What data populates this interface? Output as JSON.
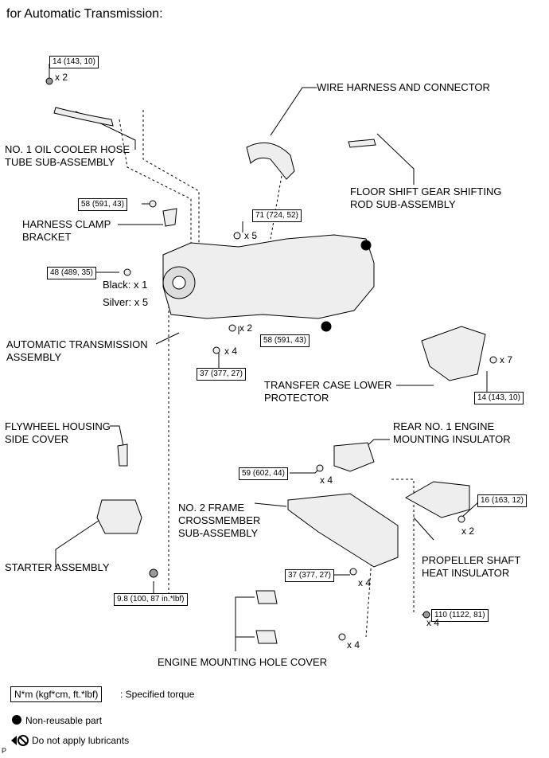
{
  "title": "for Automatic Transmission:",
  "labels": {
    "wire_harness": "WIRE HARNESS AND CONNECTOR",
    "oil_cooler_1": "NO. 1 OIL COOLER HOSE",
    "oil_cooler_2": "TUBE SUB-ASSEMBLY",
    "floor_shift_1": "FLOOR SHIFT GEAR SHIFTING",
    "floor_shift_2": "ROD SUB-ASSEMBLY",
    "harness_clamp_1": "HARNESS CLAMP",
    "harness_clamp_2": "BRACKET",
    "black": "Black: x 1",
    "silver": "Silver: x 5",
    "auto_trans_1": "AUTOMATIC TRANSMISSION",
    "auto_trans_2": "ASSEMBLY",
    "transfer_case_1": "TRANSFER CASE LOWER",
    "transfer_case_2": "PROTECTOR",
    "flywheel_1": "FLYWHEEL HOUSING",
    "flywheel_2": "SIDE COVER",
    "rear_mount_1": "REAR NO. 1 ENGINE",
    "rear_mount_2": "MOUNTING INSULATOR",
    "frame_cross_1": "NO. 2 FRAME",
    "frame_cross_2": "CROSSMEMBER",
    "frame_cross_3": "SUB-ASSEMBLY",
    "starter": "STARTER ASSEMBLY",
    "propeller_1": "PROPELLER SHAFT",
    "propeller_2": "HEAT INSULATOR",
    "engine_hole": "ENGINE MOUNTING HOLE COVER",
    "corner_mark": "P"
  },
  "torques": {
    "t1": "14 (143, 10)",
    "t2": "58 (591, 43)",
    "t3": "71 (724, 52)",
    "t4": "48 (489, 35)",
    "t5": "58 (591, 43)",
    "t6": "37 (377, 27)",
    "t7": "14 (143, 10)",
    "t8": "59 (602, 44)",
    "t9": "16 (163, 12)",
    "t10": "37 (377, 27)",
    "t11": "9.8 (100, 87 in.*lbf)",
    "t12": "110 (1122, 81)"
  },
  "quantities": {
    "q1": "x 2",
    "q2": "x 5",
    "q3": "x 2",
    "q4": "x 4",
    "q5": "x 7",
    "q6": "x 4",
    "q7": "x 2",
    "q8": "x 4",
    "q9": "x 4",
    "q10": "x 4"
  },
  "legend": {
    "unit_box": "N*m (kgf*cm, ft.*lbf)",
    "unit_desc": ": Specified torque",
    "non_reusable": "Non-reusable part",
    "no_lubricant": "Do not apply lubricants"
  }
}
